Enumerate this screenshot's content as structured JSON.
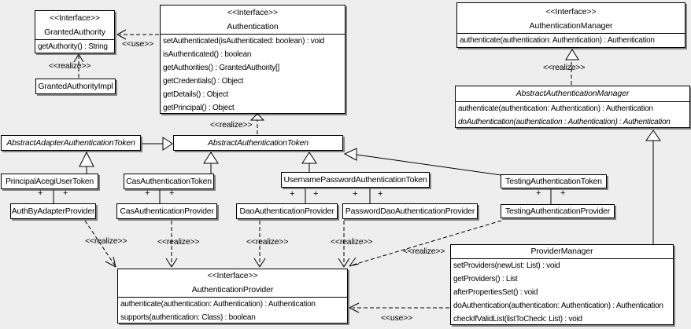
{
  "diagram": {
    "background_color": "#eeeeee",
    "box_fill_color": "#ffffff",
    "line_color": "#000000"
  },
  "labels": {
    "realize": "<<realize>>",
    "use": "<<use>>",
    "plus": "+"
  },
  "classes": {
    "granted_authority": {
      "stereotype": "<<Interface>>",
      "name": "GrantedAuthority",
      "methods": [
        "getAuthority() : String"
      ]
    },
    "granted_authority_impl": {
      "name": "GrantedAuthorityImpl"
    },
    "authentication": {
      "stereotype": "<<Interface>>",
      "name": "Authentication",
      "methods": [
        "setAuthenticated(isAuthenticated: boolean) : void",
        "isAuthenticated() : boolean",
        "getAuthorities() : GrantedAuthority[]",
        "getCredentials() : Object",
        "getDetails() : Object",
        "getPrincipal() : Object"
      ]
    },
    "authentication_manager": {
      "stereotype": "<<Interface>>",
      "name": "AuthenticationManager",
      "methods": [
        "authenticate(authentication: Authentication) : Authentication"
      ]
    },
    "abstract_authentication_manager": {
      "name": "AbstractAuthenticationManager",
      "methods": [
        "authenticate(authentication: Authentication) : Authentication",
        "doAuthentication(authentication : Authentication) : Authentication"
      ]
    },
    "abstract_adapter_authentication_token": {
      "name": "AbstractAdapterAuthenticationToken"
    },
    "abstract_authentication_token": {
      "name": "AbstractAuthenticationToken"
    },
    "principal_acegi_user_token": {
      "name": "PrincipalAcegiUserToken"
    },
    "cas_authentication_token": {
      "name": "CasAuthenticationToken"
    },
    "username_password_authentication_token": {
      "name": "UsernamePasswordAuthenticationToken"
    },
    "testing_authentication_token": {
      "name": "TestingAuthenticationToken"
    },
    "auth_by_adapter_provider": {
      "name": "AuthByAdapterProvider"
    },
    "cas_authentication_provider": {
      "name": "CasAuthenticationProvider"
    },
    "dao_authentication_provider": {
      "name": "DaoAuthenticationProvider"
    },
    "password_dao_authentication_provider": {
      "name": "PasswordDaoAuthenticationProvider"
    },
    "testing_authentication_provider": {
      "name": "TestingAuthenticationProvider"
    },
    "authentication_provider": {
      "stereotype": "<<Interface>>",
      "name": "AuthenticationProvider",
      "methods": [
        "authenticate(authentication: Authentication) : Authentication",
        "supports(authentication: Class) : boolean"
      ]
    },
    "provider_manager": {
      "name": "ProviderManager",
      "methods": [
        "setProviders(newList: List) : void",
        "getProviders() : List",
        "afterPropertiesSet() : void",
        "doAuthentication(authentication: Authentication) : Authentication",
        "checkIfValidList(listToCheck: List) : void"
      ]
    }
  }
}
